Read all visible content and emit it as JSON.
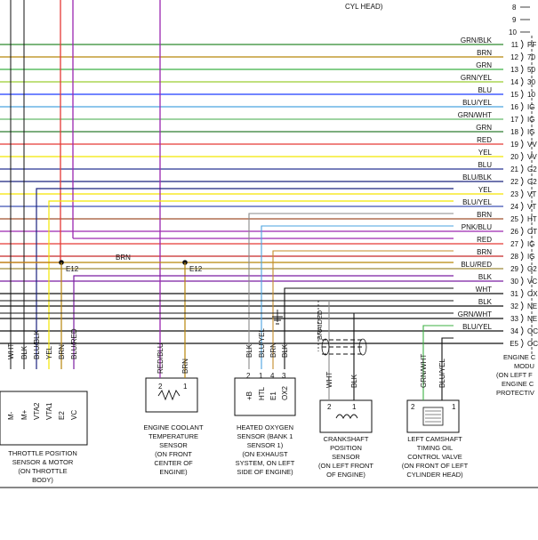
{
  "top_caption": "CYL HEAD)",
  "top_pin_numbers": [
    "8",
    "9",
    "10"
  ],
  "harness_rows": [
    {
      "pin": "11",
      "wire": "GRN/BLK",
      "color": "#2e8b2e",
      "term": "PF"
    },
    {
      "pin": "12",
      "wire": "BRN",
      "color": "#b8860b",
      "term": "70"
    },
    {
      "pin": "13",
      "wire": "GRN",
      "color": "#3cb043",
      "term": "50"
    },
    {
      "pin": "14",
      "wire": "GRN/YEL",
      "color": "#9acd32",
      "term": "30"
    },
    {
      "pin": "15",
      "wire": "BLU",
      "color": "#1e3cff",
      "term": "10"
    },
    {
      "pin": "16",
      "wire": "BLU/YEL",
      "color": "#4aa3df",
      "term": "IG"
    },
    {
      "pin": "17",
      "wire": "GRN/WHT",
      "color": "#66bb6a",
      "term": "IG"
    },
    {
      "pin": "18",
      "wire": "GRN",
      "color": "#2e7d32",
      "term": "IG"
    },
    {
      "pin": "19",
      "wire": "RED",
      "color": "#e53935",
      "term": "VV"
    },
    {
      "pin": "20",
      "wire": "YEL",
      "color": "#f2e600",
      "term": "VV"
    },
    {
      "pin": "21",
      "wire": "BLU",
      "color": "#283593",
      "term": "G2"
    },
    {
      "pin": "22",
      "wire": "BLU/BLK",
      "color": "#1a237e",
      "term": "G2"
    },
    {
      "pin": "23",
      "wire": "YEL",
      "color": "#f5e400",
      "term": "VT"
    },
    {
      "pin": "24",
      "wire": "BLU/YEL",
      "color": "#3f51b5",
      "term": "VT"
    },
    {
      "pin": "25",
      "wire": "BRN",
      "color": "#a0522d",
      "term": "HT"
    },
    {
      "pin": "26",
      "wire": "PNK/BLU",
      "color": "#9c27b0",
      "term": "OT"
    },
    {
      "pin": "27",
      "wire": "RED",
      "color": "#e53935",
      "term": "IG"
    },
    {
      "pin": "28",
      "wire": "BRN",
      "color": "#c62828",
      "term": "IG"
    },
    {
      "pin": "29",
      "wire": "BLU/RED",
      "color": "#9e8b3a",
      "term": "G2"
    },
    {
      "pin": "30",
      "wire": "BLK",
      "color": "#7b1fa2",
      "term": "VC"
    },
    {
      "pin": "31",
      "wire": "WHT",
      "color": "#111111",
      "term": "OX"
    },
    {
      "pin": "32",
      "wire": "BLK",
      "color": "#111111",
      "term": "NE"
    },
    {
      "pin": "33",
      "wire": "GRN/WHT",
      "color": "#111111",
      "term": "NE"
    },
    {
      "pin": "34",
      "wire": "BLU/YEL",
      "color": "#111111",
      "term": "OC"
    },
    {
      "pin": "E5",
      "wire": "",
      "color": "#111111",
      "term": "OC"
    }
  ],
  "splice_wire": "BRN",
  "splice_label": "E12",
  "braided_label": "BRAIDED",
  "ecm_caption": [
    "ENGINE C",
    "MODU",
    "(ON LEFT F",
    "ENGINE C",
    "PROTECTIV"
  ],
  "components": {
    "tps": {
      "wires": [
        "WHT",
        "BLK",
        "BLU/BLK",
        "YEL",
        "BRN",
        "BLU/RED"
      ],
      "pins": [
        "M-",
        "M+",
        "VTA2",
        "VTA1",
        "E2",
        "VC"
      ],
      "caption": [
        "THROTTLE POSITION",
        "SENSOR & MOTOR",
        "(ON THROTTLE",
        "BODY)"
      ]
    },
    "ect": {
      "wires": [
        "RED/BLU",
        "BRN"
      ],
      "pins": [
        "2",
        "1"
      ],
      "caption": [
        "ENGINE COOLANT",
        "TEMPERATURE",
        "SENSOR",
        "(ON FRONT",
        "CENTER OF",
        "ENGINE)"
      ]
    },
    "o2": {
      "wires": [
        "BLK",
        "BLU/YEL",
        "BRN",
        "BLK"
      ],
      "pins": [
        "+B",
        "HTL",
        "E1",
        "OX2"
      ],
      "pin_numbers": [
        "2",
        "1",
        "4",
        "3"
      ],
      "caption": [
        "HEATED OXYGEN",
        "SENSOR (BANK 1",
        "SENSOR 1)",
        "(ON EXHAUST",
        "SYSTEM, ON LEFT",
        "SIDE OF ENGINE)"
      ]
    },
    "ckp": {
      "wires": [
        "WHT",
        "BLK"
      ],
      "pins": [
        "2",
        "1"
      ],
      "caption": [
        "CRANKSHAFT",
        "POSITION",
        "SENSOR",
        "(ON LEFT FRONT",
        "OF ENGINE)"
      ]
    },
    "ocv": {
      "wires": [
        "GRN/WHT",
        "BLU/YEL"
      ],
      "pins": [
        "2",
        "1"
      ],
      "caption": [
        "LEFT CAMSHAFT",
        "TIMING OIL",
        "CONTROL VALVE",
        "(ON FRONT OF LEFT",
        "CYLINDER HEAD)"
      ]
    }
  }
}
